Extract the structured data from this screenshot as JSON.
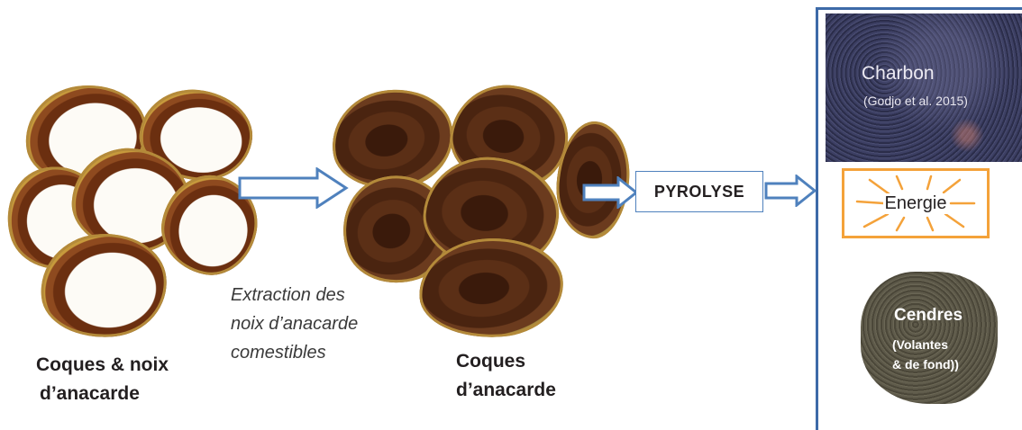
{
  "left_group": {
    "label_line1": "Coques & noix",
    "label_line2": "d’anacarde"
  },
  "extraction": {
    "line1": "Extraction des",
    "line2": "noix d’anacarde",
    "line3": "comestibles"
  },
  "middle_group": {
    "label_line1": "Coques",
    "label_line2": "d’anacarde"
  },
  "pyrolyse": {
    "label": "PYROLYSE"
  },
  "products": {
    "charbon_title": "Charbon",
    "charbon_ref": "(Godjo et al. 2015)",
    "energie": "Energie",
    "cendres_title": "Cendres",
    "cendres_sub1": "(Volantes",
    "cendres_sub2": "& de fond))"
  },
  "colors": {
    "arrow": "#4f81bd",
    "panel_border": "#3d6aa8",
    "energie_border": "#f4a23a"
  }
}
